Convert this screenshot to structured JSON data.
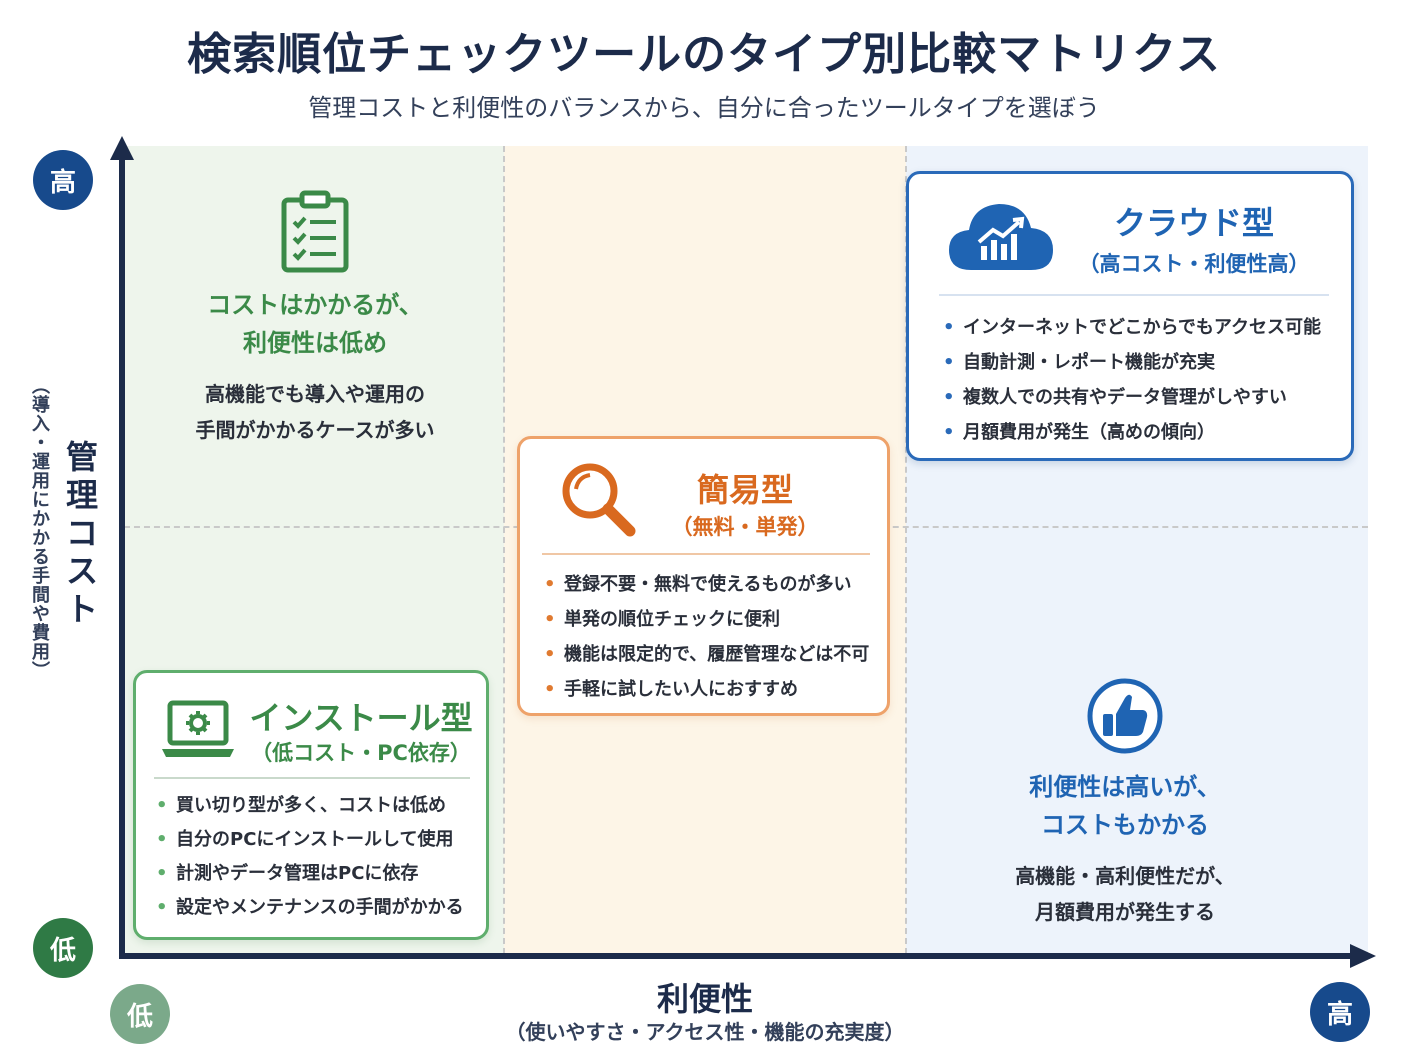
{
  "title": "検索順位チェックツールのタイプ別比較マトリクス",
  "subtitle": "管理コストと利便性のバランスから、自分に合ったツールタイプを選ぼう",
  "axes": {
    "y_label": "管理コスト",
    "y_sub": "（導入・運用にかかる手間や費用）",
    "y_high": "高",
    "y_low": "低",
    "x_label": "利便性",
    "x_sub": "（使いやすさ・アクセス性・機能の充実度）",
    "x_low": "低",
    "x_high": "高"
  },
  "notes": {
    "top_left": {
      "icon": "clipboard-checklist-icon",
      "head_line1": "コストはかかるが、",
      "head_line2": "利便性は低め",
      "body_line1": "高機能でも導入や運用の",
      "body_line2": "手間がかかるケースが多い",
      "color": "#3b8a48"
    },
    "bottom_right": {
      "icon": "thumbs-up-icon",
      "head_line1": "利便性は高いが、",
      "head_line2": "コストもかかる",
      "body_line1": "高機能・高利便性だが、",
      "body_line2": "月額費用が発生する",
      "color": "#1f64b3"
    }
  },
  "cards": {
    "cloud": {
      "icon": "cloud-chart-icon",
      "title": "クラウド型",
      "sub": "（高コスト・利便性高）",
      "color": "#2a6ab9",
      "items": [
        "インターネットでどこからでもアクセス可能",
        "自動計測・レポート機能が充実",
        "複数人での共有やデータ管理がしやすい",
        "月額費用が発生（高めの傾向）"
      ]
    },
    "simple": {
      "icon": "magnifier-icon",
      "title": "簡易型",
      "sub": "（無料・単発）",
      "color": "#e07a30",
      "items": [
        "登録不要・無料で使えるものが多い",
        "単発の順位チェックに便利",
        "機能は限定的で、履歴管理などは不可",
        "手軽に試したい人におすすめ"
      ]
    },
    "install": {
      "icon": "laptop-gear-icon",
      "title": "インストール型",
      "sub": "（低コスト・PC依存）",
      "color": "#3b8a48",
      "items": [
        "買い切り型が多く、コストは低め",
        "自分のPCにインストールして使用",
        "計測やデータ管理はPCに依存",
        "設定やメンテナンスの手間がかかる"
      ]
    }
  }
}
